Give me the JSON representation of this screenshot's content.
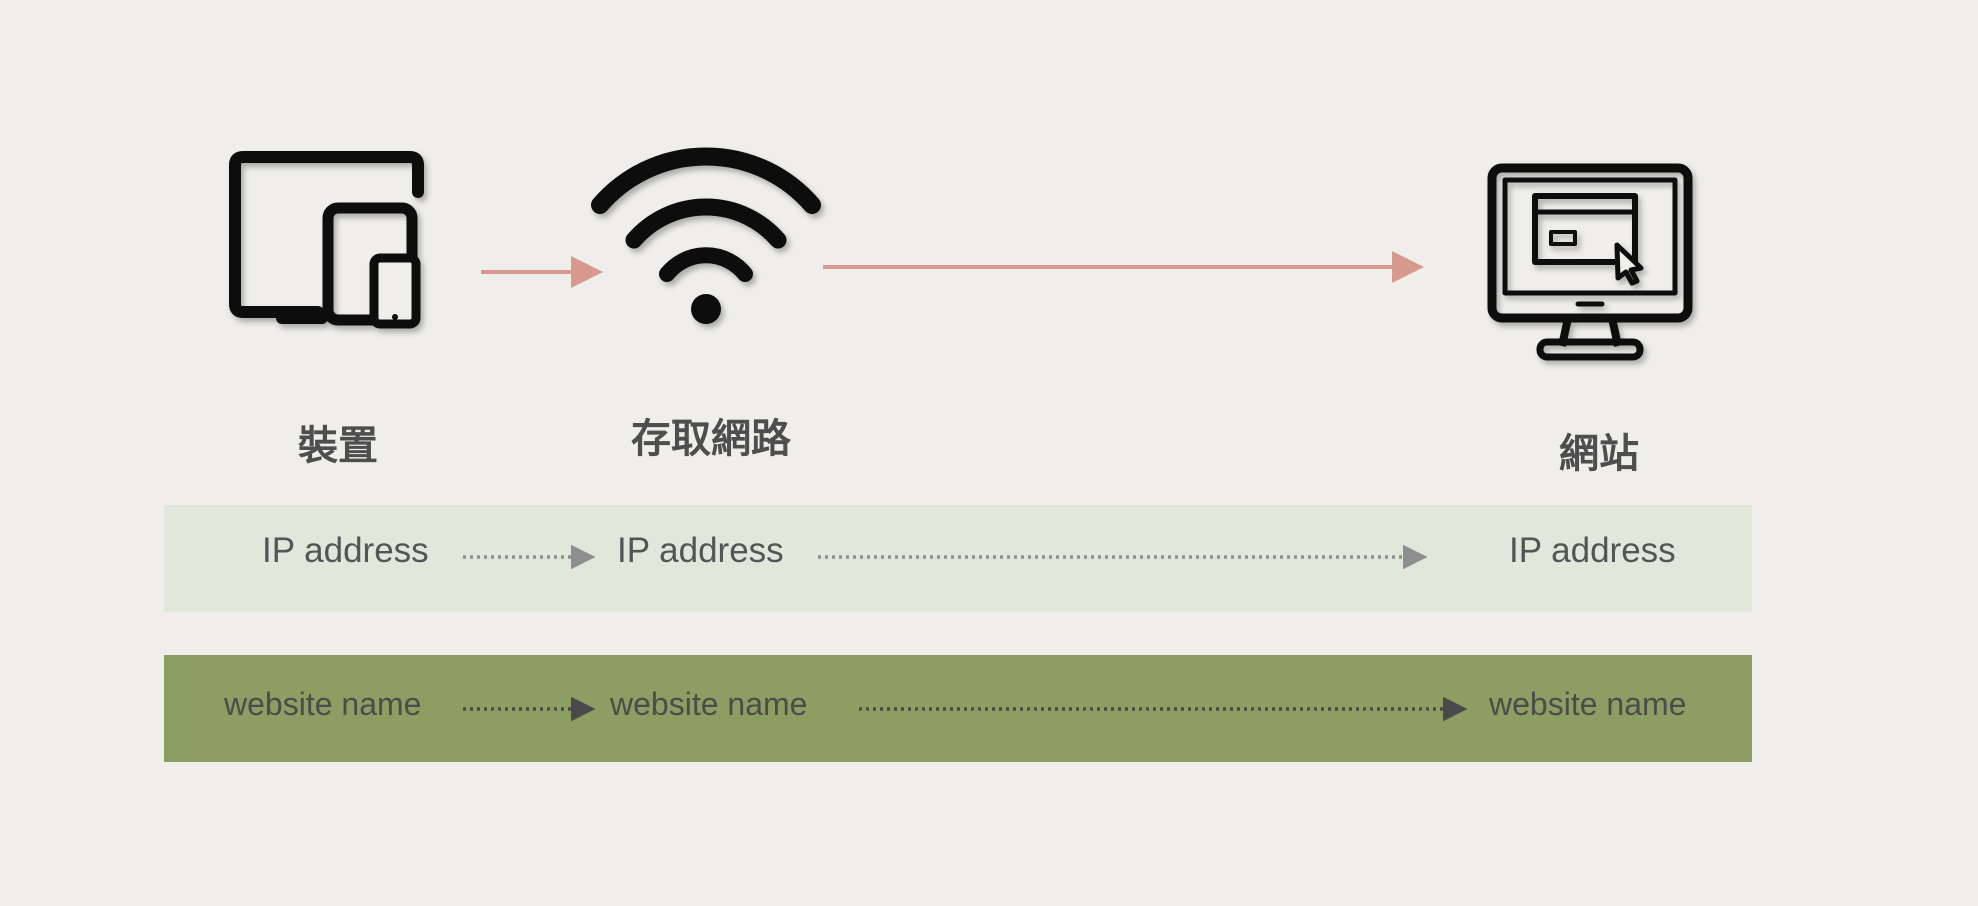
{
  "nodes": [
    {
      "id": "device",
      "label": "裝置",
      "icon": "devices-icon"
    },
    {
      "id": "network",
      "label": "存取網路",
      "icon": "wifi-icon"
    },
    {
      "id": "website",
      "label": "網站",
      "icon": "monitor-browser-icon"
    }
  ],
  "bands": {
    "ip": {
      "items": [
        "IP address",
        "IP address",
        "IP address"
      ],
      "color": "#dfe8da"
    },
    "website_name": {
      "items": [
        "website name",
        "website name",
        "website name"
      ],
      "color": "#8c9e62"
    }
  },
  "colors": {
    "background": "#efeeea",
    "main_arrow": "#d99a8e",
    "ip_arrow": "#8f8f8f",
    "name_arrow": "#4a4a4a"
  }
}
